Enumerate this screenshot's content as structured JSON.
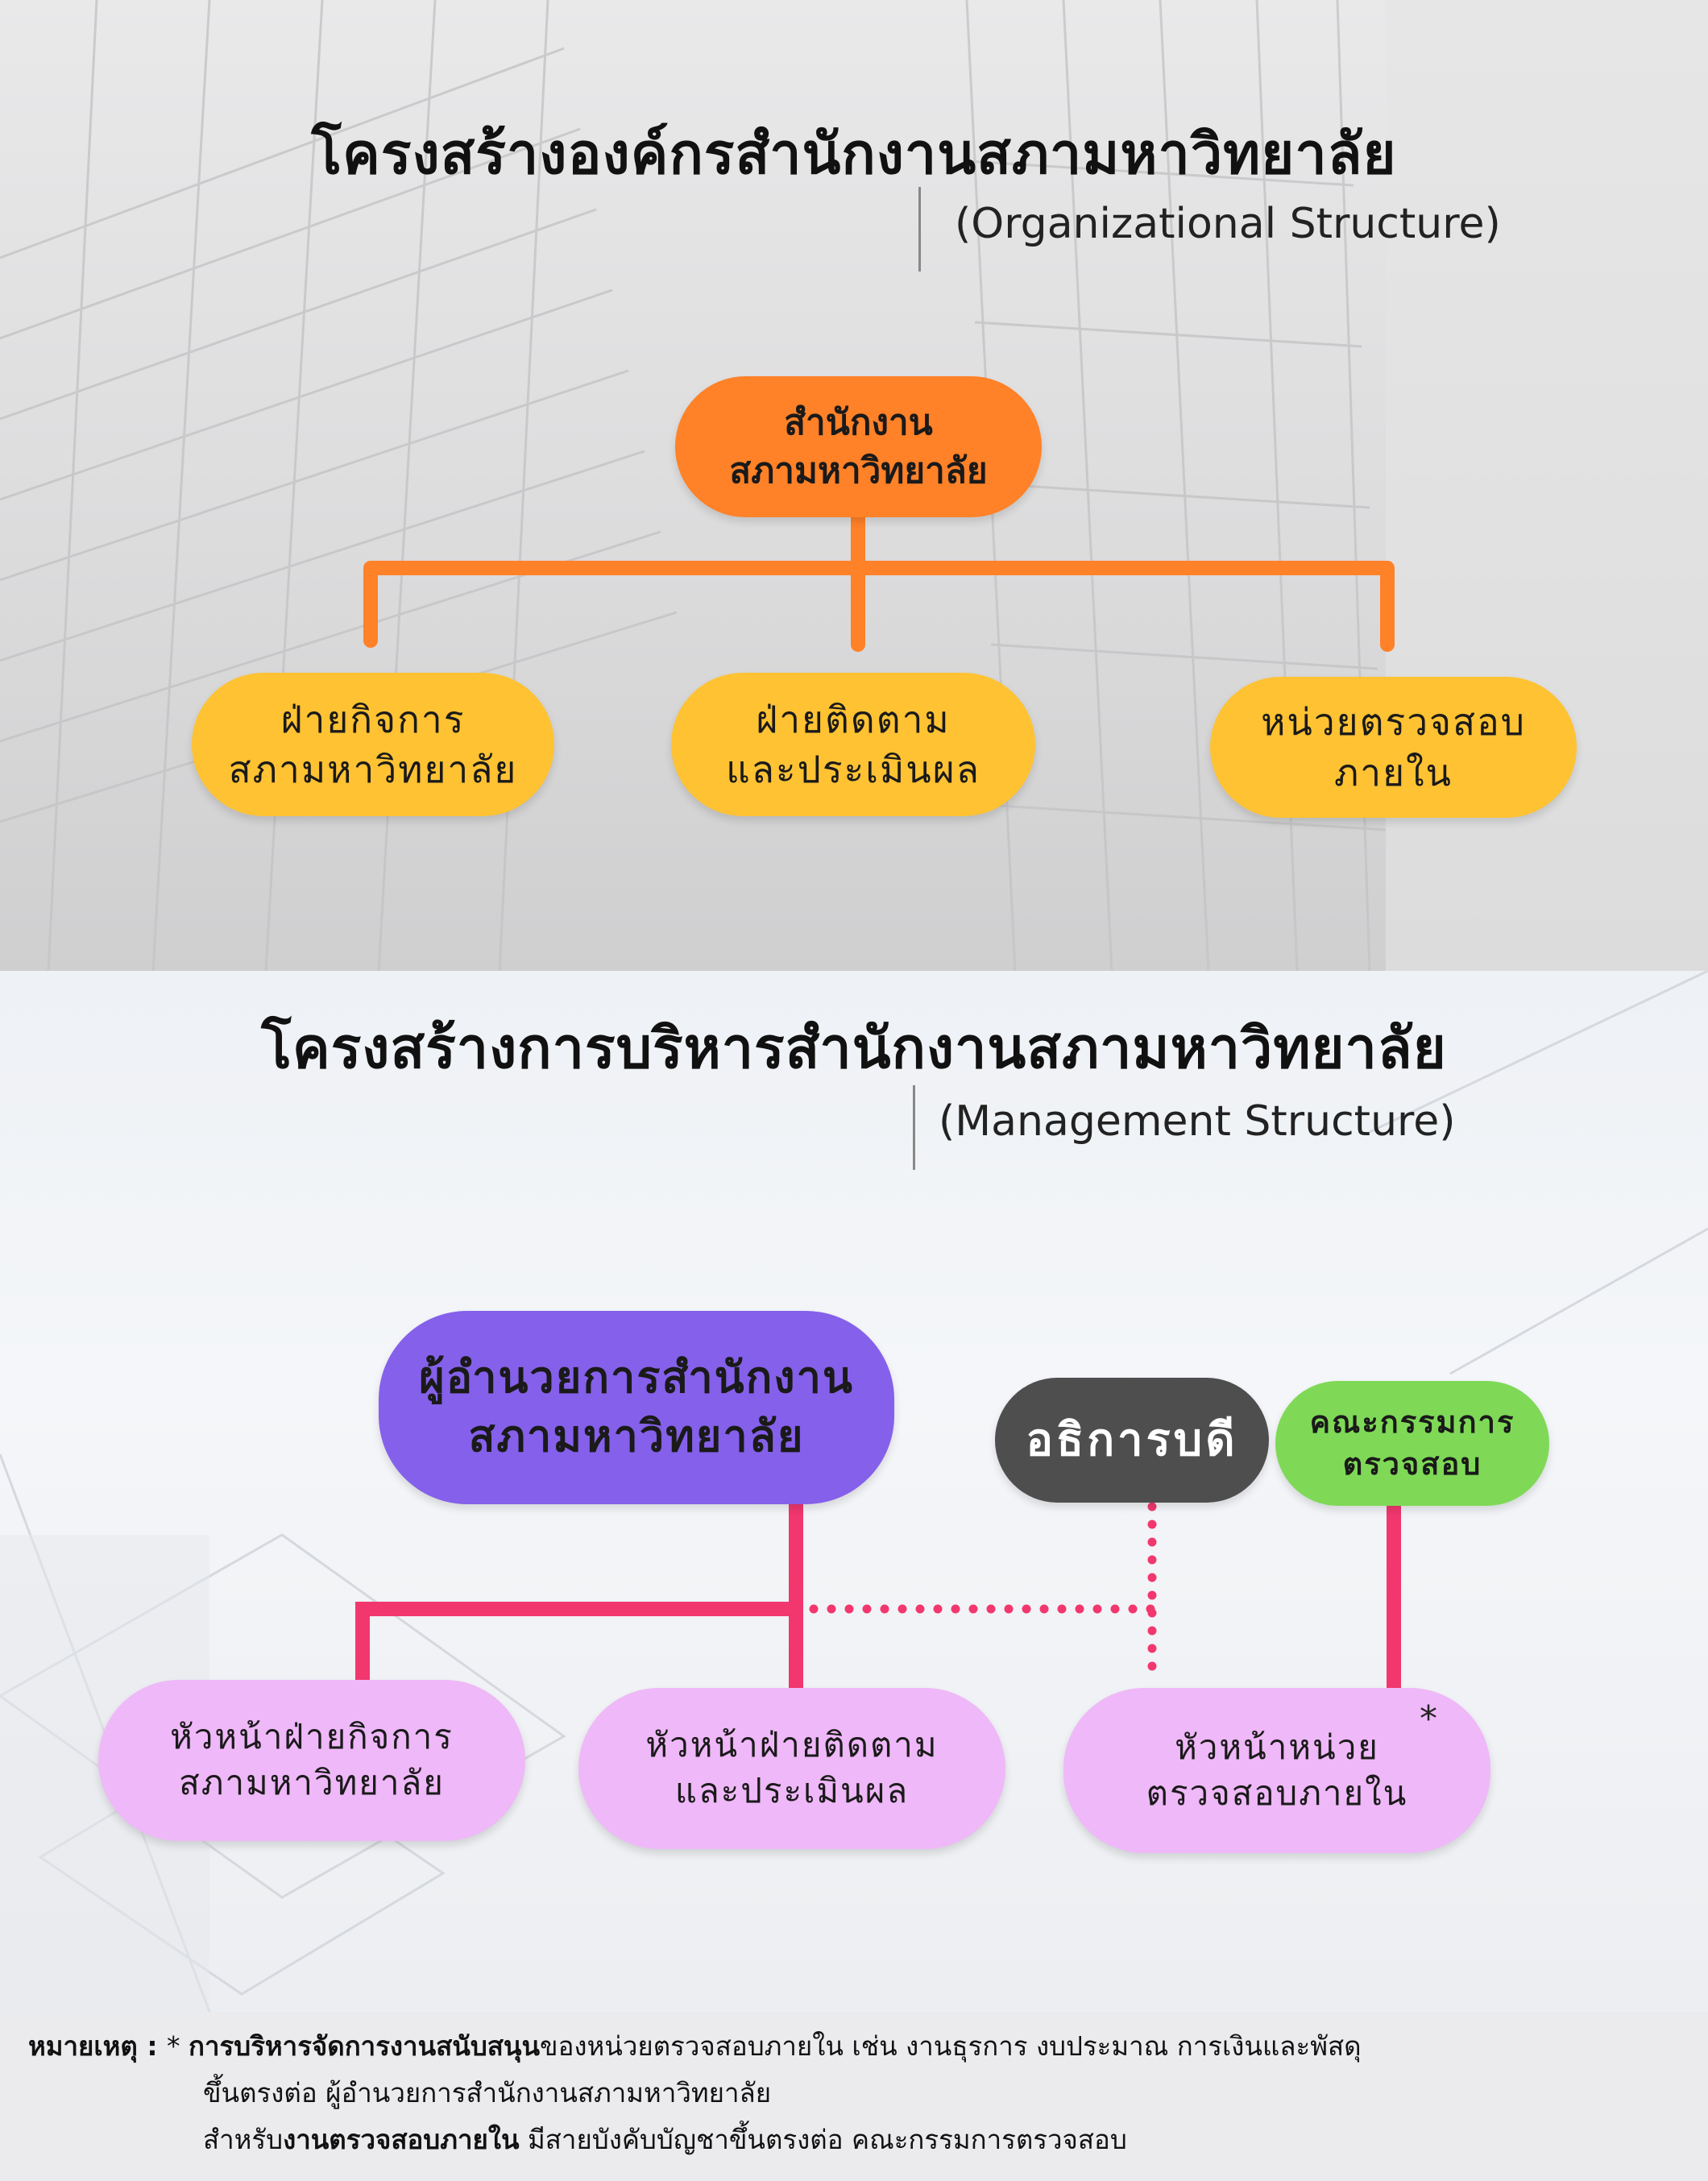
{
  "org": {
    "title": "โครงสร้างองค์กรสำนักงานสภามหาวิทยาลัย",
    "subtitle": "(Organizational Structure)",
    "root": [
      "สำนักงาน",
      "สภามหาวิทยาลัย"
    ],
    "children": [
      [
        "ฝ่ายกิจการ",
        "สภามหาวิทยาลัย"
      ],
      [
        "ฝ่ายติดตาม",
        "และประเมินผล"
      ],
      [
        "หน่วยตรวจสอบ",
        "ภายใน"
      ]
    ],
    "colors": {
      "root": "#ff8128",
      "child": "#ffc233",
      "connector": "#ff8128"
    }
  },
  "mgmt": {
    "title": "โครงสร้างการบริหารสำนักงานสภามหาวิทยาลัย",
    "subtitle": "(Management Structure)",
    "director": [
      "ผู้อำนวยการสำนักงาน",
      "สภามหาวิทยาลัย"
    ],
    "president": "อธิการบดี",
    "audit_committee": [
      "คณะกรรมการ",
      "ตรวจสอบ"
    ],
    "heads": [
      [
        "หัวหน้าฝ่ายกิจการ",
        "สภามหาวิทยาลัย"
      ],
      [
        "หัวหน้าฝ่ายติดตาม",
        "และประเมินผล"
      ],
      [
        "หัวหน้าหน่วย",
        "ตรวจสอบภายใน"
      ]
    ],
    "asterisk": "*",
    "colors": {
      "director": "#8560ea",
      "president": "#4e4e4e",
      "committee": "#7fd957",
      "head": "#efb8f8",
      "connector": "#f2376f"
    }
  },
  "note": {
    "label": "หมายเหตุ : ",
    "star": "* ",
    "bold1": "การบริหารจัดการงานสนับสนุน",
    "text1": "ของหน่วยตรวจสอบภายใน เช่น งานธุรการ งบประมาณ การเงินและพัสดุ",
    "line2": "ขึ้นตรงต่อ ผู้อำนวยการสำนักงานสภามหาวิทยาลัย",
    "prefix3": "สำหรับ",
    "bold3": "งานตรวจสอบภายใน",
    "text3": " มีสายบังคับบัญชาขึ้นตรงต่อ คณะกรรมการตรวจสอบ"
  }
}
